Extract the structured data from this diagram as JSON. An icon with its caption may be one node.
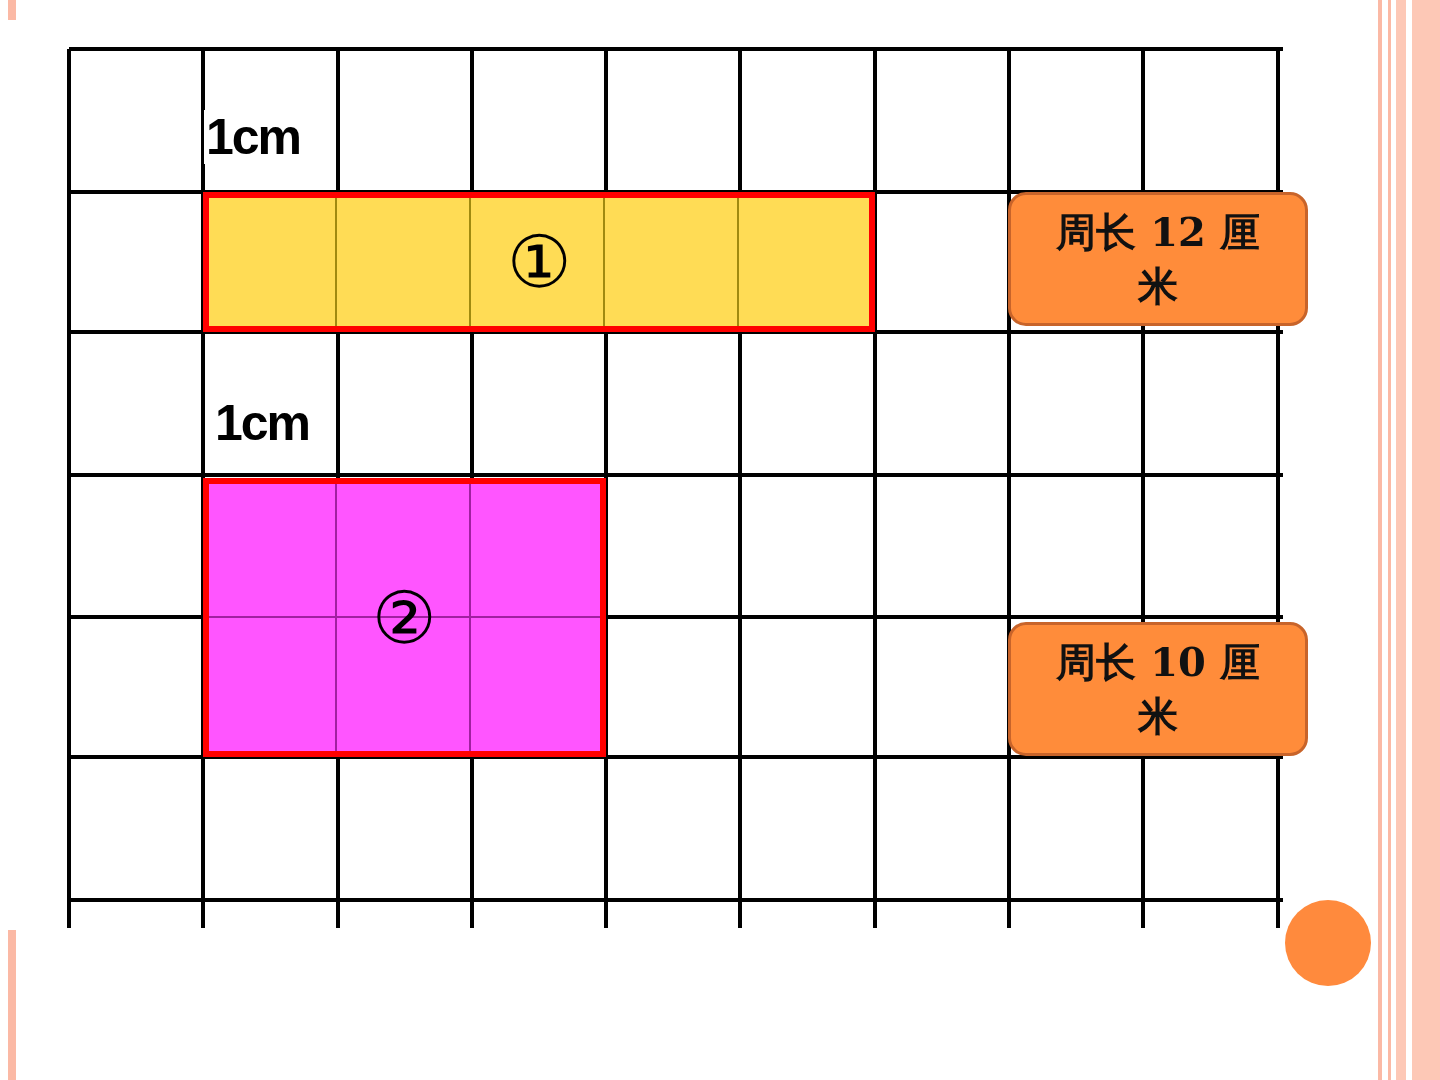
{
  "diagram": {
    "nodes": [
      {
        "text": [
          "①"
        ]
      },
      {
        "text": [
          "②"
        ]
      },
      {
        "text": [
          "周长 12 厘米"
        ]
      },
      {
        "text": [
          "周长 10 厘米"
        ]
      }
    ],
    "labels": [
      "1cm",
      "1cm"
    ]
  }
}
